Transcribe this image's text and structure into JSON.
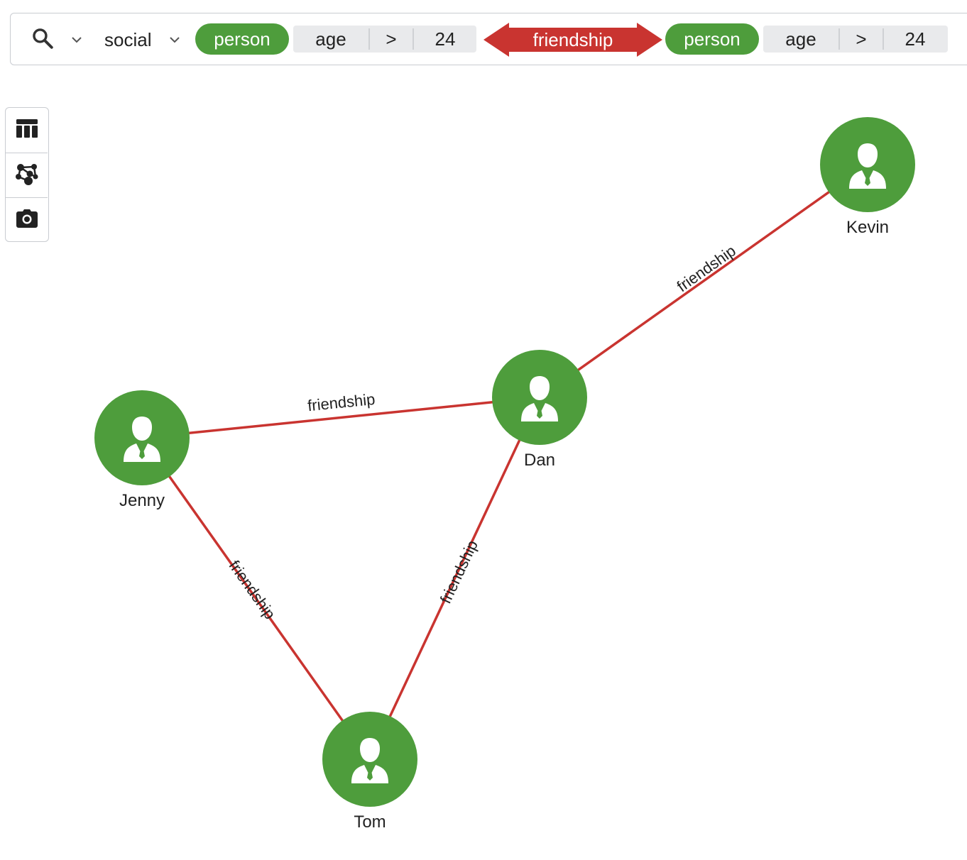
{
  "query": {
    "database": "social",
    "start_node": {
      "label": "person",
      "condition": {
        "field": "age",
        "operator": ">",
        "value": "24"
      }
    },
    "relationship": {
      "label": "friendship",
      "direction": "both"
    },
    "end_node": {
      "label": "person",
      "condition": {
        "field": "age",
        "operator": ">",
        "value": "24"
      }
    }
  },
  "toolbar": {
    "tools": [
      "table-view-icon",
      "graph-view-icon",
      "camera-icon"
    ]
  },
  "colors": {
    "node": "#4e9d3c",
    "edge": "#c93430"
  },
  "graph": {
    "nodes": [
      {
        "id": "kevin",
        "label": "Kevin"
      },
      {
        "id": "dan",
        "label": "Dan"
      },
      {
        "id": "jenny",
        "label": "Jenny"
      },
      {
        "id": "tom",
        "label": "Tom"
      }
    ],
    "edges": [
      {
        "source": "dan",
        "target": "kevin",
        "label": "friendship"
      },
      {
        "source": "jenny",
        "target": "dan",
        "label": "friendship"
      },
      {
        "source": "jenny",
        "target": "tom",
        "label": "friendship"
      },
      {
        "source": "tom",
        "target": "dan",
        "label": "friendship"
      }
    ]
  }
}
